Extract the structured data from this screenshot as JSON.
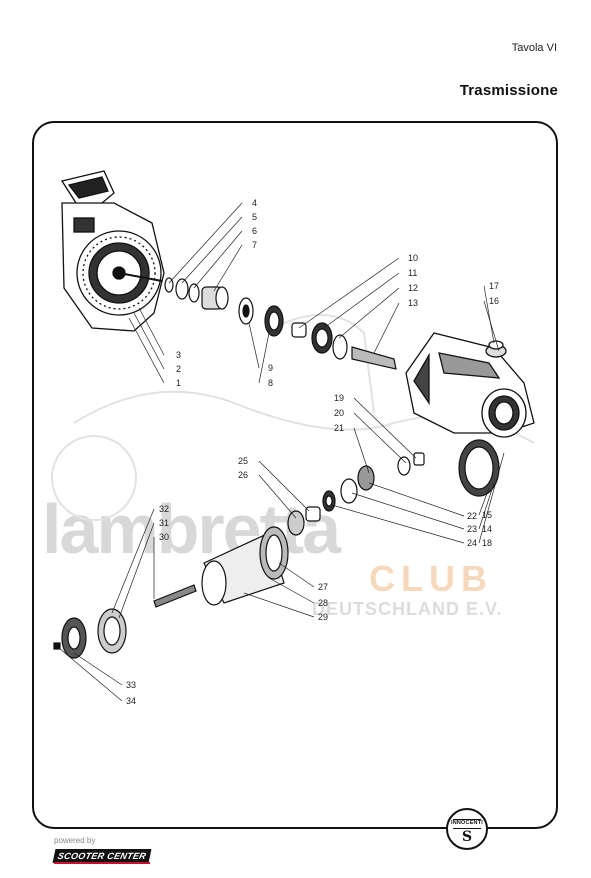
{
  "header": {
    "plate": "Tavola VI",
    "title": "Trasmissione"
  },
  "watermark": {
    "brand": "lambretta",
    "club": "CLUB",
    "country": "DEUTSCHLAND E.V."
  },
  "callouts": [
    "1",
    "2",
    "3",
    "4",
    "5",
    "6",
    "7",
    "8",
    "9",
    "10",
    "11",
    "12",
    "13",
    "14",
    "15",
    "16",
    "17",
    "18",
    "19",
    "20",
    "21",
    "22",
    "23",
    "24",
    "25",
    "26",
    "27",
    "28",
    "29",
    "30",
    "31",
    "32",
    "33",
    "34"
  ],
  "badge": {
    "text": "INNOCENTI",
    "symbol": "S"
  },
  "footer": {
    "powered_by": "powered by",
    "sponsor": "SCOOTER CENTER"
  }
}
